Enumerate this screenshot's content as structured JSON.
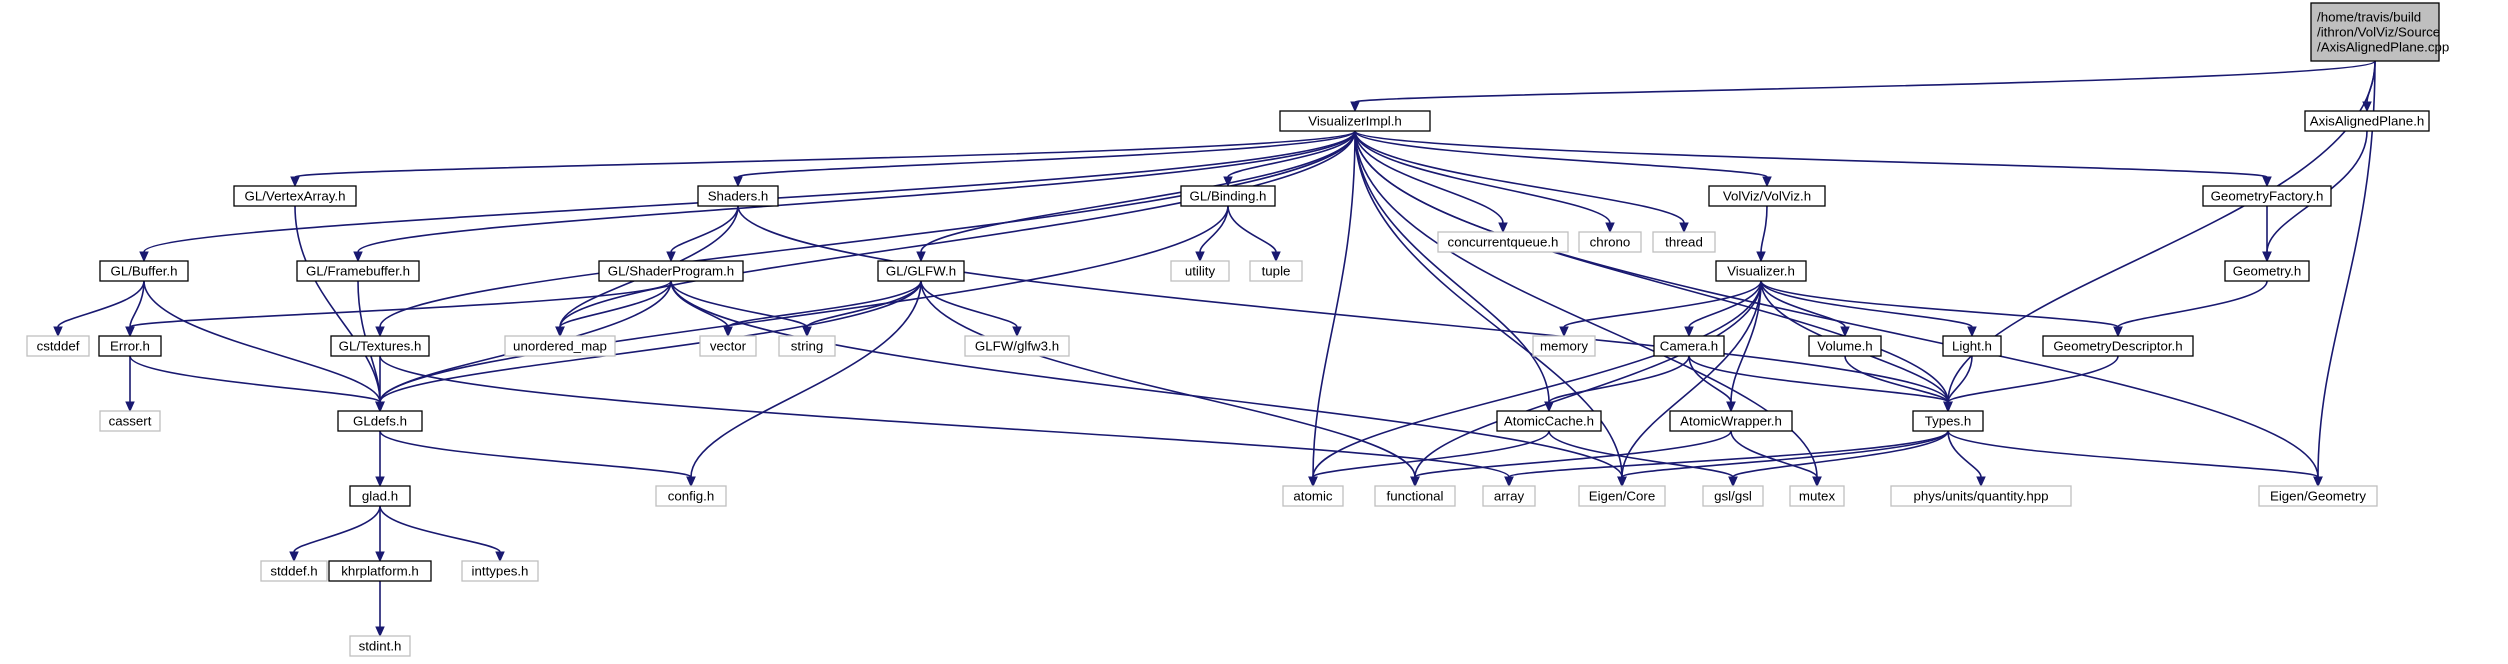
{
  "diagram": {
    "nodes": [
      {
        "id": "root",
        "kind": "root",
        "lines": [
          "/home/travis/build",
          "/ithron/VolViz/Source",
          "/AxisAlignedPlane.cpp"
        ]
      },
      {
        "id": "visualizerimpl",
        "kind": "file",
        "lines": [
          "VisualizerImpl.h"
        ]
      },
      {
        "id": "axisalignedplane",
        "kind": "file",
        "lines": [
          "AxisAlignedPlane.h"
        ]
      },
      {
        "id": "gl_vertexarray",
        "kind": "file",
        "lines": [
          "GL/VertexArray.h"
        ]
      },
      {
        "id": "shaders",
        "kind": "file",
        "lines": [
          "Shaders.h"
        ]
      },
      {
        "id": "gl_binding",
        "kind": "file",
        "lines": [
          "GL/Binding.h"
        ]
      },
      {
        "id": "concurrentqueue",
        "kind": "external",
        "lines": [
          "concurrentqueue.h"
        ]
      },
      {
        "id": "chrono",
        "kind": "external",
        "lines": [
          "chrono"
        ]
      },
      {
        "id": "thread",
        "kind": "external",
        "lines": [
          "thread"
        ]
      },
      {
        "id": "volviz",
        "kind": "file",
        "lines": [
          "VolViz/VolViz.h"
        ]
      },
      {
        "id": "geometryfactory",
        "kind": "file",
        "lines": [
          "GeometryFactory.h"
        ]
      },
      {
        "id": "gl_buffer",
        "kind": "file",
        "lines": [
          "GL/Buffer.h"
        ]
      },
      {
        "id": "gl_framebuffer",
        "kind": "file",
        "lines": [
          "GL/Framebuffer.h"
        ]
      },
      {
        "id": "gl_shaderprogram",
        "kind": "file",
        "lines": [
          "GL/ShaderProgram.h"
        ]
      },
      {
        "id": "gl_glfw",
        "kind": "file",
        "lines": [
          "GL/GLFW.h"
        ]
      },
      {
        "id": "utility",
        "kind": "external",
        "lines": [
          "utility"
        ]
      },
      {
        "id": "tuple",
        "kind": "external",
        "lines": [
          "tuple"
        ]
      },
      {
        "id": "visualizer",
        "kind": "file",
        "lines": [
          "Visualizer.h"
        ]
      },
      {
        "id": "geometry",
        "kind": "file",
        "lines": [
          "Geometry.h"
        ]
      },
      {
        "id": "cstddef",
        "kind": "external",
        "lines": [
          "cstddef"
        ]
      },
      {
        "id": "error",
        "kind": "file",
        "lines": [
          "Error.h"
        ]
      },
      {
        "id": "gl_textures",
        "kind": "file",
        "lines": [
          "GL/Textures.h"
        ]
      },
      {
        "id": "unordered_map",
        "kind": "external",
        "lines": [
          "unordered_map"
        ]
      },
      {
        "id": "vector",
        "kind": "external",
        "lines": [
          "vector"
        ]
      },
      {
        "id": "string",
        "kind": "external",
        "lines": [
          "string"
        ]
      },
      {
        "id": "glfw3",
        "kind": "external",
        "lines": [
          "GLFW/glfw3.h"
        ]
      },
      {
        "id": "memory",
        "kind": "external",
        "lines": [
          "memory"
        ]
      },
      {
        "id": "camera",
        "kind": "file",
        "lines": [
          "Camera.h"
        ]
      },
      {
        "id": "volume",
        "kind": "file",
        "lines": [
          "Volume.h"
        ]
      },
      {
        "id": "light",
        "kind": "file",
        "lines": [
          "Light.h"
        ]
      },
      {
        "id": "geometrydescriptor",
        "kind": "file",
        "lines": [
          "GeometryDescriptor.h"
        ]
      },
      {
        "id": "cassert",
        "kind": "external",
        "lines": [
          "cassert"
        ]
      },
      {
        "id": "gldefs",
        "kind": "file",
        "lines": [
          "GLdefs.h"
        ]
      },
      {
        "id": "atomiccache",
        "kind": "file",
        "lines": [
          "AtomicCache.h"
        ]
      },
      {
        "id": "atomicwrapper",
        "kind": "file",
        "lines": [
          "AtomicWrapper.h"
        ]
      },
      {
        "id": "types",
        "kind": "file",
        "lines": [
          "Types.h"
        ]
      },
      {
        "id": "glad",
        "kind": "file",
        "lines": [
          "glad.h"
        ]
      },
      {
        "id": "config",
        "kind": "external",
        "lines": [
          "config.h"
        ]
      },
      {
        "id": "atomic",
        "kind": "external",
        "lines": [
          "atomic"
        ]
      },
      {
        "id": "functional",
        "kind": "external",
        "lines": [
          "functional"
        ]
      },
      {
        "id": "array",
        "kind": "external",
        "lines": [
          "array"
        ]
      },
      {
        "id": "eigen_core",
        "kind": "external",
        "lines": [
          "Eigen/Core"
        ]
      },
      {
        "id": "gsl",
        "kind": "external",
        "lines": [
          "gsl/gsl"
        ]
      },
      {
        "id": "mutex",
        "kind": "external",
        "lines": [
          "mutex"
        ]
      },
      {
        "id": "phys_units",
        "kind": "external",
        "lines": [
          "phys/units/quantity.hpp"
        ]
      },
      {
        "id": "eigen_geometry",
        "kind": "external",
        "lines": [
          "Eigen/Geometry"
        ]
      },
      {
        "id": "stddef",
        "kind": "external",
        "lines": [
          "stddef.h"
        ]
      },
      {
        "id": "khrplatform",
        "kind": "file",
        "lines": [
          "khrplatform.h"
        ]
      },
      {
        "id": "inttypes",
        "kind": "external",
        "lines": [
          "inttypes.h"
        ]
      },
      {
        "id": "stdint",
        "kind": "external",
        "lines": [
          "stdint.h"
        ]
      }
    ],
    "edges": [
      [
        "root",
        "visualizerimpl"
      ],
      [
        "root",
        "axisalignedplane"
      ],
      [
        "root",
        "types"
      ],
      [
        "root",
        "eigen_geometry"
      ],
      [
        "axisalignedplane",
        "geometry"
      ],
      [
        "visualizerimpl",
        "gl_buffer"
      ],
      [
        "visualizerimpl",
        "gl_vertexarray"
      ],
      [
        "visualizerimpl",
        "gl_framebuffer"
      ],
      [
        "visualizerimpl",
        "gl_textures"
      ],
      [
        "visualizerimpl",
        "unordered_map"
      ],
      [
        "visualizerimpl",
        "shaders"
      ],
      [
        "visualizerimpl",
        "gl_glfw"
      ],
      [
        "visualizerimpl",
        "gl_binding"
      ],
      [
        "visualizerimpl",
        "atomic"
      ],
      [
        "visualizerimpl",
        "atomiccache"
      ],
      [
        "visualizerimpl",
        "eigen_core"
      ],
      [
        "visualizerimpl",
        "concurrentqueue"
      ],
      [
        "visualizerimpl",
        "chrono"
      ],
      [
        "visualizerimpl",
        "thread"
      ],
      [
        "visualizerimpl",
        "volviz"
      ],
      [
        "visualizerimpl",
        "mutex"
      ],
      [
        "visualizerimpl",
        "types"
      ],
      [
        "visualizerimpl",
        "geometryfactory"
      ],
      [
        "visualizerimpl",
        "eigen_geometry"
      ],
      [
        "gl_vertexarray",
        "gldefs"
      ],
      [
        "shaders",
        "gl_shaderprogram"
      ],
      [
        "shaders",
        "unordered_map"
      ],
      [
        "shaders",
        "types"
      ],
      [
        "gl_binding",
        "gldefs"
      ],
      [
        "gl_binding",
        "utility"
      ],
      [
        "gl_binding",
        "tuple"
      ],
      [
        "volviz",
        "visualizer"
      ],
      [
        "geometryfactory",
        "geometry"
      ],
      [
        "geometry",
        "geometrydescriptor"
      ],
      [
        "gl_buffer",
        "cstddef"
      ],
      [
        "gl_buffer",
        "error"
      ],
      [
        "gl_buffer",
        "gldefs"
      ],
      [
        "gl_framebuffer",
        "gldefs"
      ],
      [
        "gl_shaderprogram",
        "error"
      ],
      [
        "gl_shaderprogram",
        "unordered_map"
      ],
      [
        "gl_shaderprogram",
        "vector"
      ],
      [
        "gl_shaderprogram",
        "string"
      ],
      [
        "gl_shaderprogram",
        "gldefs"
      ],
      [
        "gl_shaderprogram",
        "eigen_core"
      ],
      [
        "gl_glfw",
        "vector"
      ],
      [
        "gl_glfw",
        "string"
      ],
      [
        "gl_glfw",
        "glfw3"
      ],
      [
        "gl_glfw",
        "gldefs"
      ],
      [
        "gl_glfw",
        "config"
      ],
      [
        "gl_glfw",
        "functional"
      ],
      [
        "error",
        "cassert"
      ],
      [
        "error",
        "gldefs"
      ],
      [
        "gl_textures",
        "gldefs"
      ],
      [
        "gl_textures",
        "array"
      ],
      [
        "visualizer",
        "memory"
      ],
      [
        "visualizer",
        "camera"
      ],
      [
        "visualizer",
        "volume"
      ],
      [
        "visualizer",
        "light"
      ],
      [
        "visualizer",
        "geometrydescriptor"
      ],
      [
        "visualizer",
        "atomicwrapper"
      ],
      [
        "visualizer",
        "types"
      ],
      [
        "visualizer",
        "atomic"
      ],
      [
        "visualizer",
        "functional"
      ],
      [
        "visualizer",
        "eigen_core"
      ],
      [
        "camera",
        "atomiccache"
      ],
      [
        "camera",
        "atomicwrapper"
      ],
      [
        "camera",
        "types"
      ],
      [
        "volume",
        "types"
      ],
      [
        "light",
        "types"
      ],
      [
        "geometrydescriptor",
        "types"
      ],
      [
        "gldefs",
        "glad"
      ],
      [
        "gldefs",
        "config"
      ],
      [
        "atomiccache",
        "atomic"
      ],
      [
        "atomiccache",
        "gsl"
      ],
      [
        "atomicwrapper",
        "functional"
      ],
      [
        "atomicwrapper",
        "mutex"
      ],
      [
        "types",
        "array"
      ],
      [
        "types",
        "eigen_core"
      ],
      [
        "types",
        "gsl"
      ],
      [
        "types",
        "phys_units"
      ],
      [
        "types",
        "eigen_geometry"
      ],
      [
        "glad",
        "stddef"
      ],
      [
        "glad",
        "khrplatform"
      ],
      [
        "glad",
        "inttypes"
      ],
      [
        "khrplatform",
        "stdint"
      ]
    ],
    "colors": {
      "edge": "#191970",
      "node_border": "#000000",
      "external_border": "#bfbfbf",
      "root_fill": "#bfbfbf"
    }
  }
}
